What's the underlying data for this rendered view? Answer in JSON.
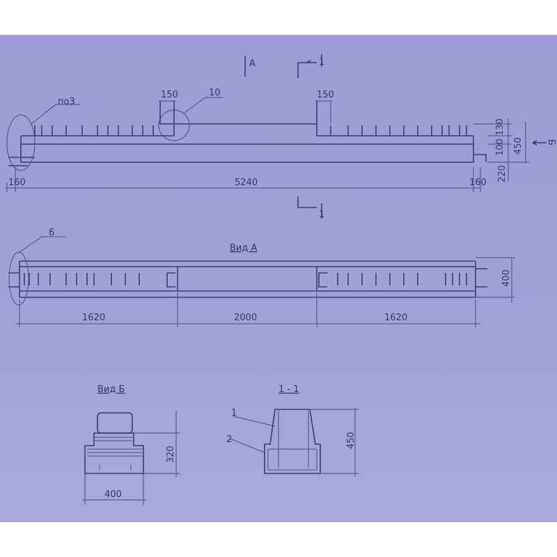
{
  "elevation": {
    "section_mark_view": "А",
    "section_mark_cut_top": "1",
    "section_mark_cut_bottom": "1",
    "callout_pos3": "по3",
    "callout_10": "10",
    "dim_150_left": "150",
    "dim_150_right": "150",
    "dim_160_left": "160",
    "dim_5240": "5240",
    "dim_160_right": "160",
    "dim_130": "130",
    "dim_100": "100",
    "dim_450": "450",
    "dim_220": "220",
    "view_b_mark": "Б"
  },
  "view_a": {
    "title": "Вид А",
    "callout_6": "6",
    "dim_1620_left": "1620",
    "dim_2000": "2000",
    "dim_1620_right": "1620",
    "dim_400": "400"
  },
  "view_b": {
    "title": "Вид Б",
    "dim_320": "320",
    "dim_400": "400"
  },
  "section_1_1": {
    "title": "1 - 1",
    "callout_1": "1",
    "callout_2": "2",
    "dim_450": "450"
  },
  "colors": {
    "paper": "#9e9bd6",
    "ink": "#3b3a78"
  }
}
